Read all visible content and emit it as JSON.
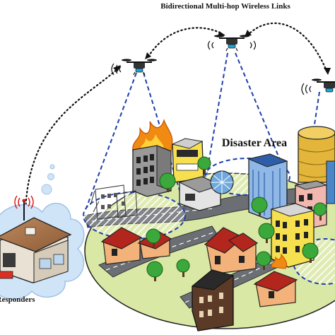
{
  "diagram": {
    "links_label": "Bidirectional Multi-hop Wireless Links",
    "area_label": "Disaster Area",
    "responders_label": "Responders"
  },
  "colors": {
    "link_dotted": "#111111",
    "coverage_dashed": "#1f3fae",
    "ground": "#d9e8a5",
    "road": "#6b6f73",
    "cloud": "#cfe4f7",
    "fire": "#f08a12",
    "building_yellow": "#f6e050",
    "roof_red": "#b3261e"
  },
  "icons": [
    "drone-icon",
    "signal-waves-icon",
    "antenna-icon",
    "fire-icon",
    "tree-icon",
    "building-icon"
  ]
}
